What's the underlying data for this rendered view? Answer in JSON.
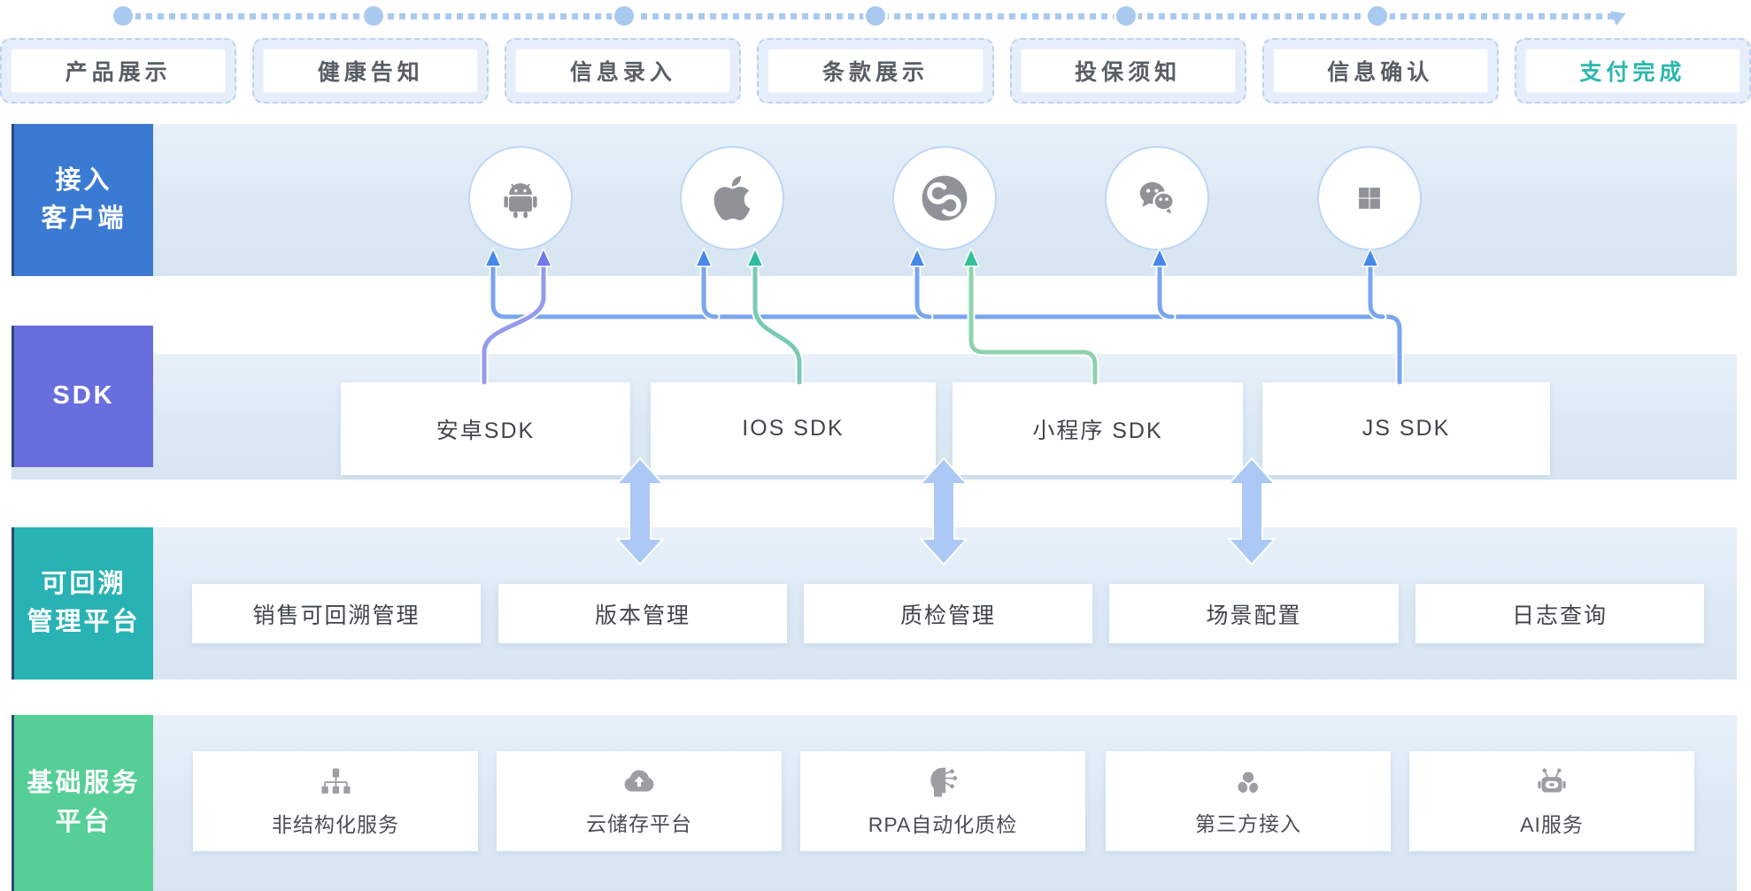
{
  "timeline": {
    "node_count": 6,
    "color": "#a9c9ef",
    "direction": "left-to-right-arrow"
  },
  "flow_steps": [
    {
      "label": "产品展示",
      "highlight": false
    },
    {
      "label": "健康告知",
      "highlight": false
    },
    {
      "label": "信息录入",
      "highlight": false
    },
    {
      "label": "条款展示",
      "highlight": false
    },
    {
      "label": "投保须知",
      "highlight": false
    },
    {
      "label": "信息确认",
      "highlight": false
    },
    {
      "label": "支付完成",
      "highlight": true,
      "highlight_color": "#2bb8ad"
    }
  ],
  "bands": {
    "clients": {
      "label": "接入客户端",
      "label_lines": [
        "接入",
        "客户端"
      ],
      "color": "#3b7ad3",
      "icons": [
        {
          "name": "android-icon"
        },
        {
          "name": "apple-icon"
        },
        {
          "name": "miniprogram-icon"
        },
        {
          "name": "wechat-icon"
        },
        {
          "name": "windows-icon"
        }
      ]
    },
    "sdk": {
      "label": "SDK",
      "color": "#686ede",
      "boxes": [
        {
          "label": "安卓SDK"
        },
        {
          "label": "IOS SDK"
        },
        {
          "label": "小程序 SDK"
        },
        {
          "label": "JS SDK"
        }
      ]
    },
    "trace": {
      "label": "可回溯管理平台",
      "label_lines": [
        "可回溯",
        "管理平台"
      ],
      "color": "#29b2b4",
      "boxes": [
        {
          "label": "销售可回溯管理"
        },
        {
          "label": "版本管理"
        },
        {
          "label": "质检管理"
        },
        {
          "label": "场景配置"
        },
        {
          "label": "日志查询"
        }
      ]
    },
    "base": {
      "label": "基础服务平台",
      "label_lines": [
        "基础服务",
        "平台"
      ],
      "color": "#55cf95",
      "services": [
        {
          "icon": "sitemap-icon",
          "label": "非结构化服务"
        },
        {
          "icon": "cloud-upload-icon",
          "label": "云储存平台"
        },
        {
          "icon": "rpa-head-icon",
          "label": "RPA自动化质检"
        },
        {
          "icon": "three-circles-icon",
          "label": "第三方接入"
        },
        {
          "icon": "robot-icon",
          "label": "AI服务"
        }
      ]
    }
  },
  "connectors": {
    "js_line_color": "#7aa6f0",
    "js_arrow_color": "#4687ea",
    "android_line_color": "#939bee",
    "android_arrow_color": "#7179e8",
    "ios_line_color": "#79cab5",
    "ios_arrow_color": "#2fbc9e",
    "miniprogram_line_color": "#8fd2ab",
    "miniprogram_arrow_color": "#36c096",
    "big_arrow_color": "#abc9f4"
  }
}
